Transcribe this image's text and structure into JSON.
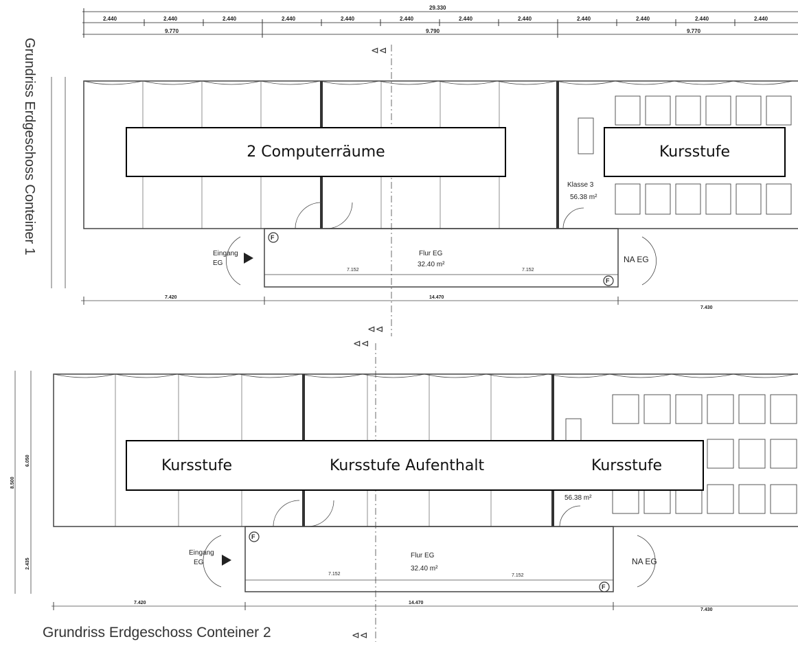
{
  "plan1": {
    "title": "Grundriss Erdgeschoss Conteiner 1",
    "labels": {
      "computer_rooms": "2 Computerräume",
      "kursstufe": "Kursstufe"
    },
    "room_class": "Klasse 3",
    "room_area": "56.38 m²",
    "corridor": "Flur EG",
    "corridor_area": "32.40 m²",
    "entrance": [
      "Eingang",
      "EG"
    ],
    "emergency_exit": "NA EG",
    "dim_total": "29.330",
    "dim_left": "7.420",
    "dim_mid": "14.470",
    "dim_right": "7.430",
    "corridor_dims": [
      "7.152",
      "7.152"
    ]
  },
  "plan2": {
    "title": "Grundriss Erdgeschoss Conteiner 2",
    "labels": {
      "left": "Kursstufe",
      "middle": "Kursstufe Aufenthalt",
      "right": "Kursstufe"
    },
    "room_area": "56.38 m²",
    "corridor": "Flur EG",
    "corridor_area": "32.40 m²",
    "entrance": [
      "Eingang",
      "EG"
    ],
    "emergency_exit": "NA EG",
    "dim_left": "7.420",
    "dim_mid": "14.470",
    "dim_right": "7.430",
    "dim_height": "6.050",
    "dim_total_h": "8.500",
    "dim_corr_h": "2.435",
    "corridor_dims": [
      "7.152",
      "7.152"
    ]
  }
}
